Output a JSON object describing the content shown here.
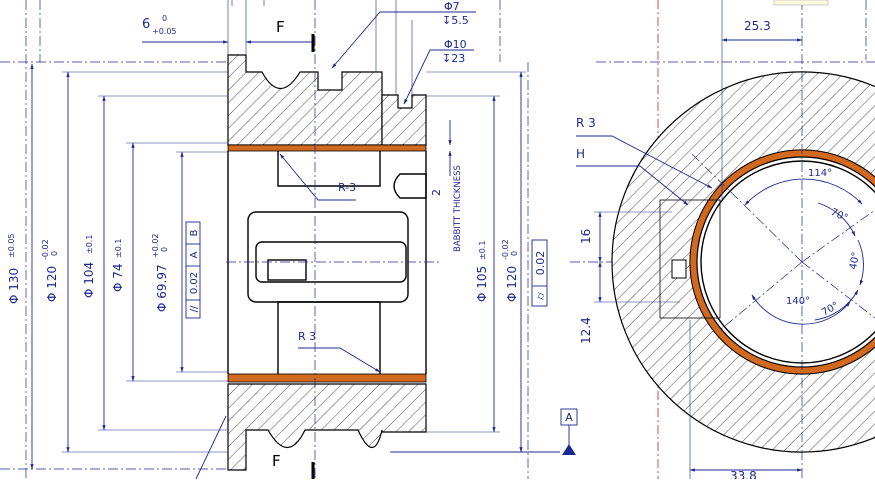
{
  "section": {
    "left_dims": [
      {
        "key": "d130",
        "diam": "Φ",
        "value": "130",
        "tol_upper": "±0.05",
        "tol_lower": ""
      },
      {
        "key": "d120",
        "diam": "Φ",
        "value": "120",
        "tol_upper": "-0.02",
        "tol_lower": "0"
      },
      {
        "key": "d104",
        "diam": "Φ",
        "value": "104",
        "tol_upper": "±0.1",
        "tol_lower": ""
      },
      {
        "key": "d74",
        "diam": "Φ",
        "value": "74",
        "tol_upper": "±0.1",
        "tol_lower": ""
      },
      {
        "key": "d6997",
        "diam": "Φ",
        "value": "69.97",
        "tol_upper": "+0.02",
        "tol_lower": "0"
      }
    ],
    "left_frame": {
      "symbol": "//",
      "tol": "0.02",
      "datum1": "A",
      "datum2": "B"
    },
    "right_dims": [
      {
        "key": "d105",
        "diam": "Φ",
        "value": "105",
        "tol_upper": "±0.1",
        "tol_lower": ""
      },
      {
        "key": "d120r",
        "diam": "Φ",
        "value": "120",
        "tol_upper": "-0.02",
        "tol_lower": "0"
      }
    ],
    "right_frame": {
      "symbol": "⌭",
      "tol": "0.02"
    },
    "top_dim": {
      "value": "6",
      "tol_upper": "0",
      "tol_lower": "+0.05"
    },
    "label_f_top": "F",
    "label_f_bottom": "F",
    "hole1": {
      "diam": "Φ7",
      "depth": "↧5.5"
    },
    "hole2": {
      "diam": "Φ10",
      "depth": "↧23"
    },
    "r3_upper": "R-3",
    "r3_lower": "R 3",
    "babbitt_value": "2",
    "babbitt_text": "BABBITT THICKNESS",
    "datum_a": "A"
  },
  "end_view": {
    "dim_top": "25.3",
    "dim_bottom": "33.8",
    "r3": "R 3",
    "h": "H",
    "dim_16": "16",
    "dim_124": "12.4",
    "angle_114": "114°",
    "angle_70a": "70°",
    "angle_40": "40°",
    "angle_140": "140°",
    "angle_70b": "70°"
  },
  "colors": {
    "dimension": "#1c2a8f",
    "babbitt": "#d2691e",
    "centerline": "#cc2222",
    "outline": "#000000"
  }
}
